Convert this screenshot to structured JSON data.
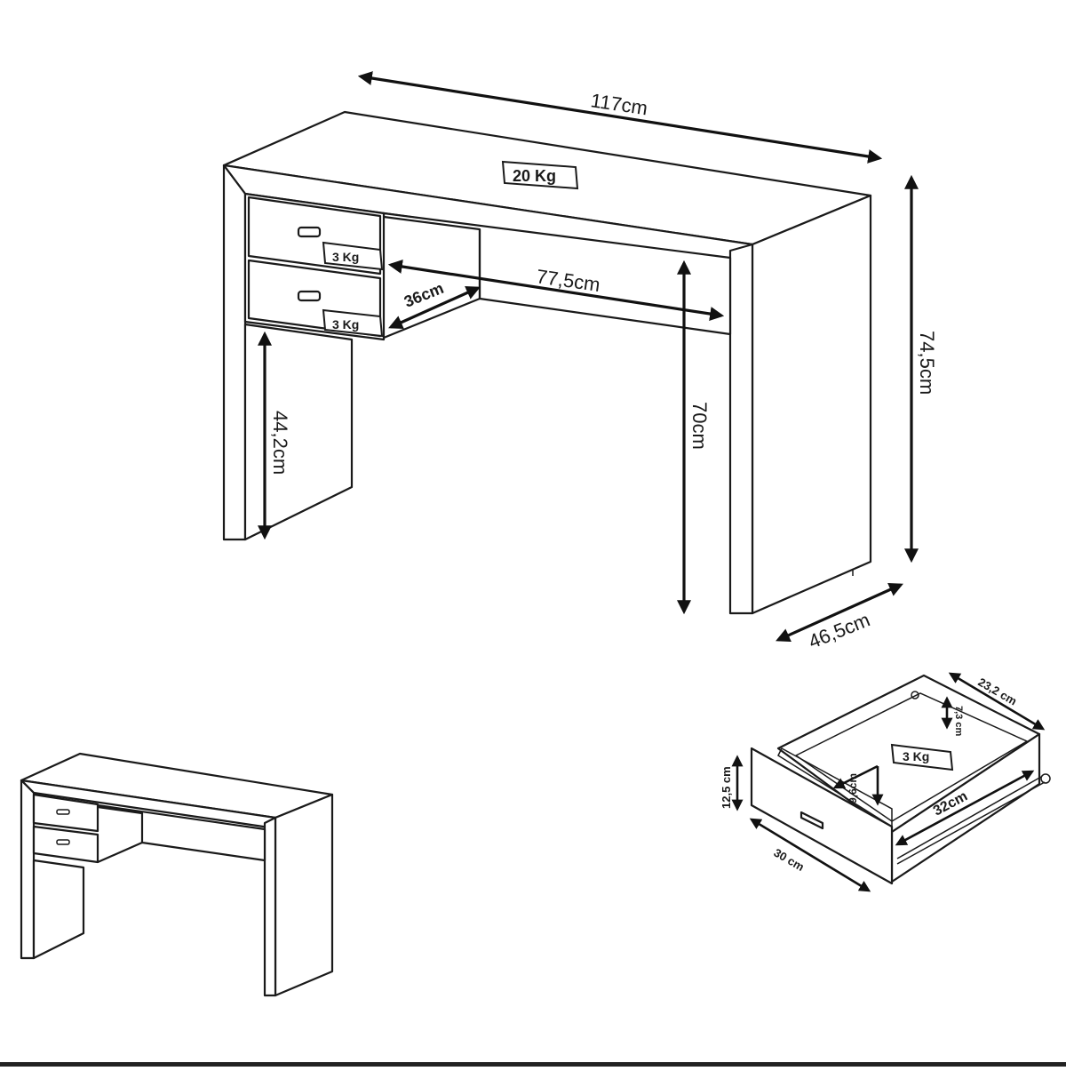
{
  "main_desk": {
    "width_label": "117cm",
    "top_load_label": "20 Kg",
    "drawer_load_label_1": "3 Kg",
    "drawer_load_label_2": "3 Kg",
    "inner_width_label": "77,5cm",
    "drawer_depth_label": "36cm",
    "height_label": "74,5cm",
    "leg_clearance_label": "70cm",
    "drawer_side_clearance_label": "44,2cm",
    "depth_label": "46,5cm"
  },
  "drawer_detail": {
    "depth_label": "23,2 cm",
    "inner_height_label": "7,3 cm",
    "load_label": "3 Kg",
    "front_height_label": "12,5 cm",
    "inner_depth_label": "9,6cm",
    "inner_length_label": "32cm",
    "width_label": "30 cm"
  }
}
